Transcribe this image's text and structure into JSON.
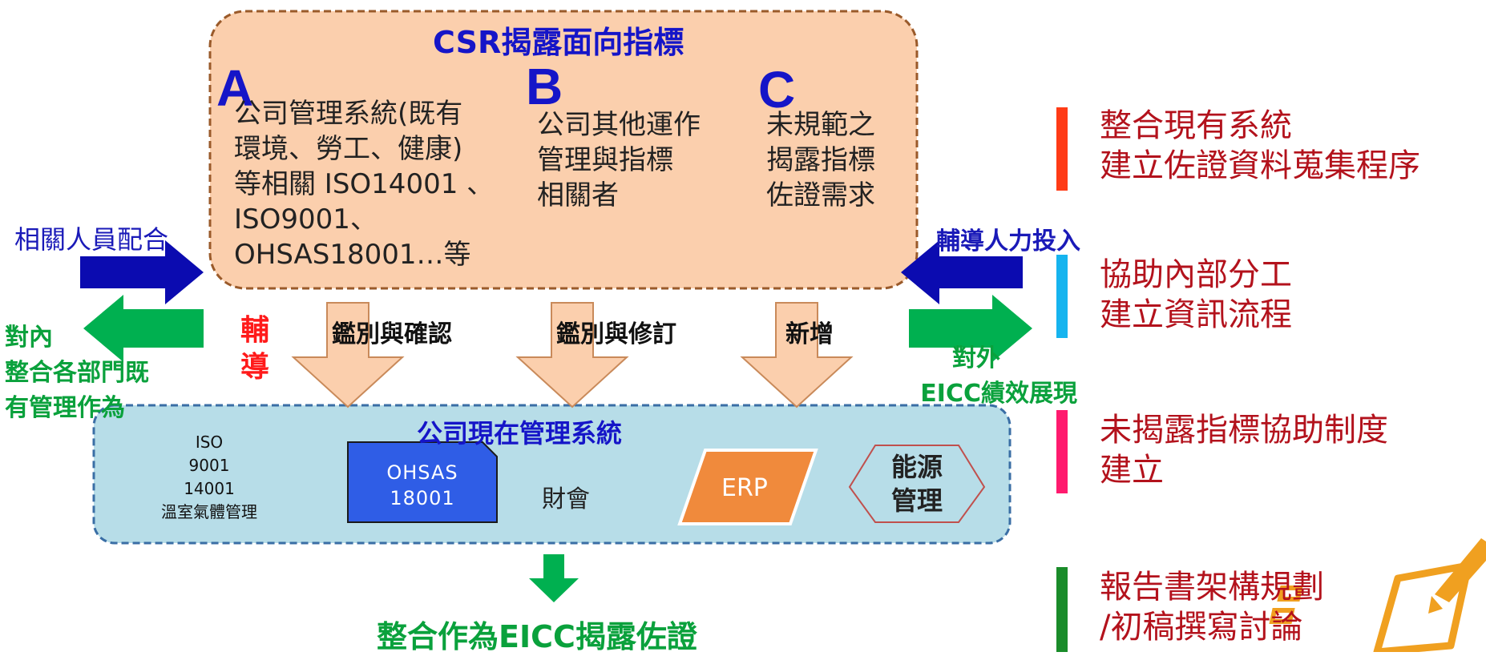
{
  "box_title": "CSR揭露面向指標",
  "columns": [
    {
      "letter": "A",
      "lines": [
        "公司管理系統(既有",
        "環境、勞工、健康)",
        "等相關 ISO14001 、",
        "ISO9001、",
        "OHSAS18001…等"
      ],
      "arrow_label": "鑑別與確認"
    },
    {
      "letter": "B",
      "lines": [
        "公司其他運作",
        "管理與指標",
        "相關者"
      ],
      "arrow_label": "鑑別與修訂"
    },
    {
      "letter": "C",
      "lines": [
        "未規範之",
        "揭露指標",
        "佐證需求"
      ],
      "arrow_label": "新增"
    }
  ],
  "left_in_label": "相關人員配合",
  "right_in_label": "輔導人力投入",
  "left_out": {
    "lines": [
      "對內",
      "整合各部門既",
      "有管理作為"
    ]
  },
  "right_out": {
    "lines": [
      "對外",
      "EICC績效展現"
    ]
  },
  "guide_label": [
    "輔",
    "導"
  ],
  "system": {
    "title": "公司現在管理系統",
    "iso": [
      "ISO",
      "9001",
      "14001",
      "溫室氣體管理"
    ],
    "ohsas": [
      "OHSAS",
      "18001"
    ],
    "finance": "財會",
    "erp": "ERP",
    "energy": [
      "能源",
      "管理"
    ]
  },
  "bottom_label": "整合作為EICC揭露佐證",
  "right_items": [
    {
      "lines": [
        "整合現有系統",
        "建立佐證資料蒐集程序"
      ],
      "color": "#ff3b16"
    },
    {
      "lines": [
        "協助內部分工",
        "建立資訊流程"
      ],
      "color": "#16b4ef"
    },
    {
      "lines": [
        "未揭露指標協助制度",
        "建立"
      ],
      "color": "#ff1a6e"
    },
    {
      "lines": [
        "報告書架構規劃",
        "/初稿撰寫討論"
      ],
      "color": "#1a8c2a"
    }
  ],
  "colors": {
    "csr_box_fill": "#fbcfad",
    "system_box_fill": "#b7dde8",
    "arrow_blue": "#0b0bb0",
    "arrow_green": "#00b050",
    "down_arrow_fill": "#fbcfad",
    "ohsas_fill": "#2f5de6",
    "erp_fill": "#f08a3c"
  },
  "icons": [
    "checklist-pencil-icon"
  ]
}
